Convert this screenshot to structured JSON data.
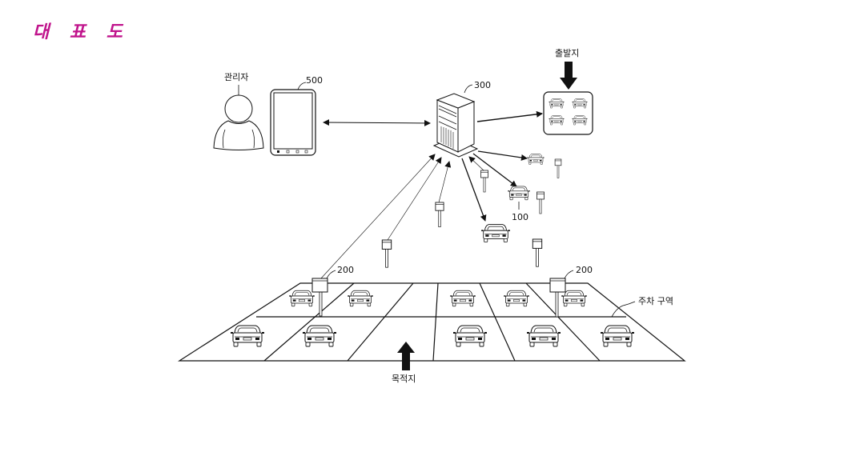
{
  "title": {
    "text": "대 표 도",
    "color": "#c0148c"
  },
  "labels": {
    "admin": "관리자",
    "tablet_ref": "500",
    "server_ref": "300",
    "origin": "출발지",
    "vehicle_ref": "100",
    "sensor_ref_left": "200",
    "sensor_ref_right": "200",
    "parking_zone": "주차 구역",
    "destination": "목적지"
  },
  "colors": {
    "line": "#111111",
    "title": "#c0148c"
  }
}
